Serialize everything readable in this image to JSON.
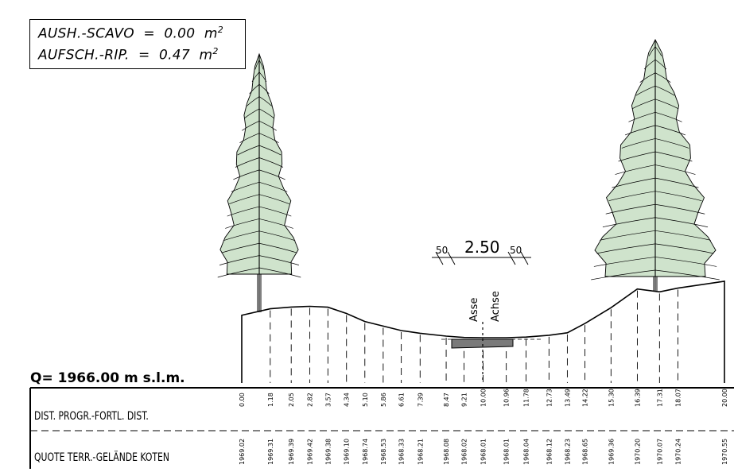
{
  "quantities": {
    "excavation_label": "AUSH.-SCAVO",
    "excavation_value": "0.00",
    "fill_label": "AUFSCH.-RIP.",
    "fill_value": "0.47",
    "unit": "m",
    "unit_exponent": "2"
  },
  "datum": "Q= 1966.00 m s.l.m.",
  "width_dim": {
    "left": "50",
    "center": "2.50",
    "right": "50"
  },
  "axis_labels": {
    "it": "Asse",
    "de": "Achse"
  },
  "rows": {
    "distance_label": "DIST. PROGR.-FORTL. DIST.",
    "elevation_label": "QUOTE TERR.-GELÄNDE KOTEN"
  },
  "stations": [
    {
      "dist": "0.00",
      "elev": "1969.02"
    },
    {
      "dist": "1.18",
      "elev": "1969.31"
    },
    {
      "dist": "2.05",
      "elev": "1969.39"
    },
    {
      "dist": "2.82",
      "elev": "1969.42"
    },
    {
      "dist": "3.57",
      "elev": "1969.38"
    },
    {
      "dist": "4.34",
      "elev": "1969.10"
    },
    {
      "dist": "5.10",
      "elev": "1968.74"
    },
    {
      "dist": "5.86",
      "elev": "1968.53"
    },
    {
      "dist": "6.61",
      "elev": "1968.33"
    },
    {
      "dist": "7.39",
      "elev": "1968.21"
    },
    {
      "dist": "8.47",
      "elev": "1968.08"
    },
    {
      "dist": "9.21",
      "elev": "1968.02"
    },
    {
      "dist": "10.00",
      "elev": "1968.01"
    },
    {
      "dist": "10.96",
      "elev": "1968.01"
    },
    {
      "dist": "11.78",
      "elev": "1968.04"
    },
    {
      "dist": "12.73",
      "elev": "1968.12"
    },
    {
      "dist": "13.49",
      "elev": "1968.23"
    },
    {
      "dist": "14.22",
      "elev": "1968.65"
    },
    {
      "dist": "15.30",
      "elev": "1969.36"
    },
    {
      "dist": "16.39",
      "elev": "1970.20"
    },
    {
      "dist": "17.31",
      "elev": "1970.07"
    },
    {
      "dist": "18.07",
      "elev": "1970.24"
    },
    {
      "dist": "20.00",
      "elev": "1970.55"
    }
  ],
  "colors": {
    "tree_fill": "#cfe3cc",
    "ink": "#000000",
    "path_fill": "#7a7a7a"
  }
}
